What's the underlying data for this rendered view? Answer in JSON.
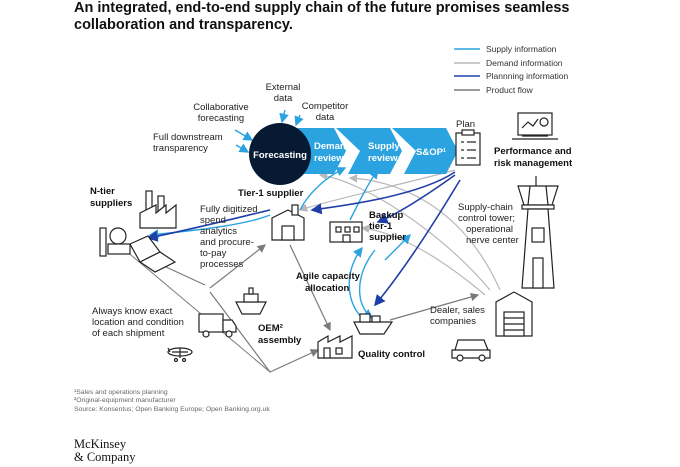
{
  "title": "An integrated, end-to-end supply chain of the future promises seamless collaboration and transparency.",
  "legend": [
    {
      "label": "Supply information",
      "color": "#2aa3e0"
    },
    {
      "label": "Demand information",
      "color": "#b8b8b8"
    },
    {
      "label": "Plannning information",
      "color": "#1f3ea8"
    },
    {
      "label": "Product flow",
      "color": "#7a7a7a"
    }
  ],
  "pipeline": {
    "forecasting": "Forecasting",
    "demand_review": [
      "Demand",
      "review"
    ],
    "supply_review": [
      "Supply",
      "review"
    ],
    "sop": "S&OP¹"
  },
  "inputs": {
    "external_data": [
      "External",
      "data"
    ],
    "collaborative_forecasting": [
      "Collaborative",
      "forecasting"
    ],
    "competitor_data": [
      "Competitor",
      "data"
    ],
    "downstream_transparency": [
      "Full downstream",
      "transparency"
    ]
  },
  "plan": "Plan",
  "performance": [
    "Performance and",
    "risk management"
  ],
  "control_tower": [
    "Supply-chain",
    "control tower;",
    "operational",
    "nerve center"
  ],
  "ntier": [
    "N-tier",
    "suppliers"
  ],
  "tier1": "Tier-1 supplier",
  "digitized": [
    "Fully digitized",
    "spend",
    "analytics",
    "and procure-",
    "to-pay",
    "processes"
  ],
  "backup": [
    "Backup",
    "tier-1",
    "supplier"
  ],
  "agile": [
    "Agile capacity",
    "allocation"
  ],
  "shipment": [
    "Always know exact",
    "location and condition",
    "of each shipment"
  ],
  "oem": [
    "OEM²",
    "assembly"
  ],
  "quality": "Quality control",
  "dealer": [
    "Dealer, sales",
    "companies"
  ],
  "footnotes": [
    "¹Sales and operations planning",
    "²Original-equipment manufacturer",
    "Source: Konsentus; Open Banking Europe; Open Banking.org.uk"
  ],
  "logo": [
    "McKinsey",
    "& Company"
  ]
}
